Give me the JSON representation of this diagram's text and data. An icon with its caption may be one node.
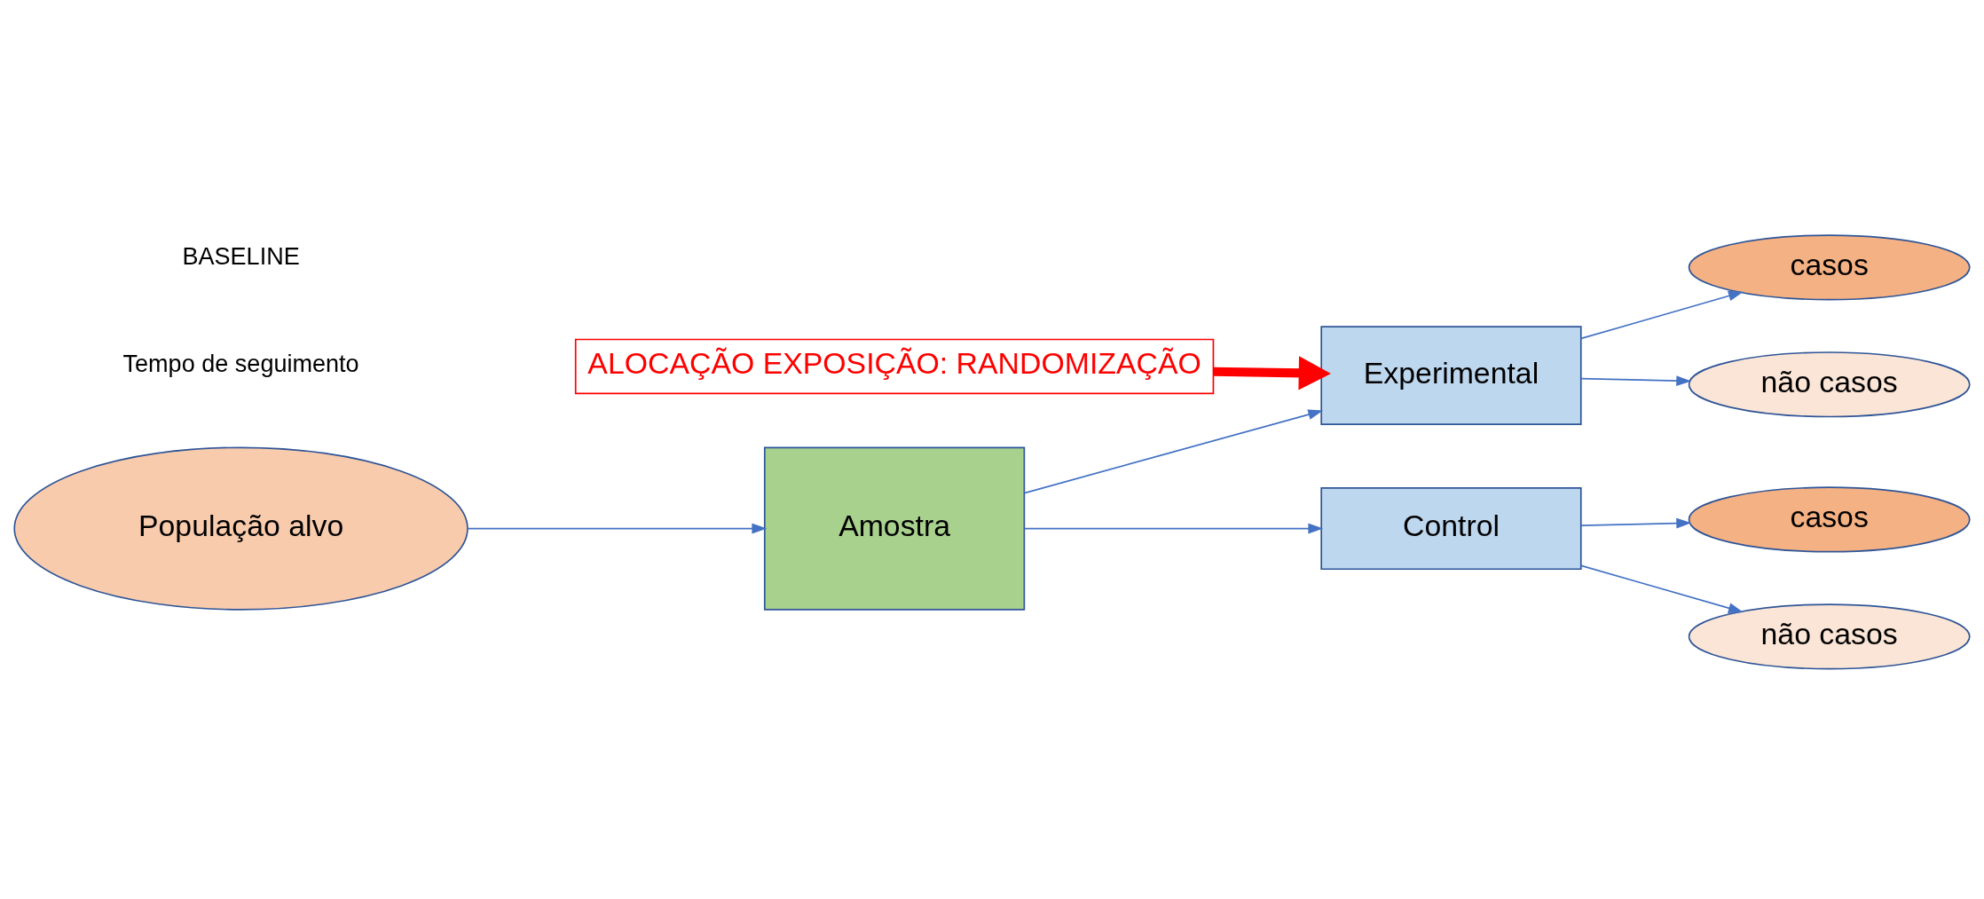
{
  "diagram": {
    "nodes": [
      {
        "text": [
          "População alvo"
        ]
      },
      {
        "text": [
          "ALOCAÇÃO EXPOSIÇÃO: RANDOMIZAÇÃO"
        ]
      },
      {
        "text": [
          "Amostra"
        ]
      },
      {
        "text": [
          "Experimental"
        ]
      },
      {
        "text": [
          "Control"
        ]
      },
      {
        "text": [
          "casos"
        ]
      },
      {
        "text": [
          "não casos"
        ]
      },
      {
        "text": [
          "casos"
        ]
      },
      {
        "text": [
          "não casos"
        ]
      }
    ],
    "edges": [
      {
        "from": 0,
        "to": 2,
        "arrow": "to"
      },
      {
        "from": 1,
        "to": 3,
        "arrow": "to",
        "style": "thick",
        "color": "#ff0000"
      },
      {
        "from": 2,
        "to": 3,
        "arrow": "to"
      },
      {
        "from": 2,
        "to": 4,
        "arrow": "to"
      },
      {
        "from": 3,
        "to": 5,
        "arrow": "to"
      },
      {
        "from": 3,
        "to": 6,
        "arrow": "to"
      },
      {
        "from": 4,
        "to": 7,
        "arrow": "to"
      },
      {
        "from": 4,
        "to": 8,
        "arrow": "to"
      }
    ],
    "labels": [
      "Tempo de seguimento",
      "BASELINE"
    ]
  }
}
